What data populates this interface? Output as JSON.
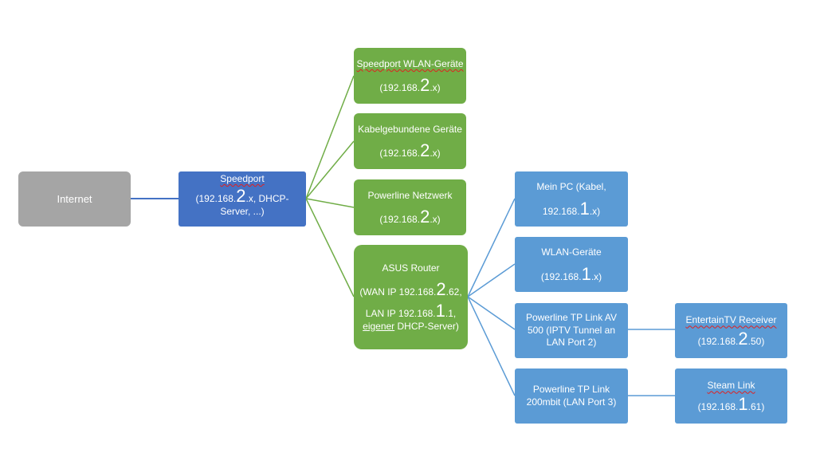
{
  "nodes": {
    "internet": {
      "label": "Internet"
    },
    "speedport": {
      "title": "Speedport",
      "ip_prefix": "(192.168.",
      "ip_big": "2",
      "ip_suffix": ".x, DHCP-",
      "line3": "Server, ...)"
    },
    "wlan_geraete_sp": {
      "title": "Speedport WLAN-Geräte",
      "ip_prefix": "(192.168.",
      "ip_big": "2",
      "ip_suffix": ".x)"
    },
    "kabel": {
      "title": "Kabelgebundene Geräte",
      "ip_prefix": "(192.168.",
      "ip_big": "2",
      "ip_suffix": ".x)"
    },
    "powerline_netz": {
      "title": "Powerline Netzwerk",
      "ip_prefix": "(192.168.",
      "ip_big": "2",
      "ip_suffix": ".x)"
    },
    "asus": {
      "title": "ASUS Router",
      "wan_prefix": "(WAN IP 192.168.",
      "wan_big": "2",
      "wan_suffix": ".62,",
      "lan_prefix": "LAN IP 192.168.",
      "lan_big": "1",
      "lan_suffix": ".1,",
      "dhcp_word": "eigener",
      "dhcp_rest": " DHCP-Server)"
    },
    "mein_pc": {
      "title": "Mein PC (Kabel,",
      "ip_prefix": "192.168.",
      "ip_big": "1",
      "ip_suffix": ".x)"
    },
    "wlan_asus": {
      "title": "WLAN-Geräte",
      "ip_prefix": "(192.168.",
      "ip_big": "1",
      "ip_suffix": ".x)"
    },
    "pl_av500": {
      "line1": "Powerline TP Link AV",
      "line2": "500 (IPTV Tunnel an",
      "line3": "LAN Port 2)"
    },
    "pl_200": {
      "line1": "Powerline TP Link",
      "line2": "200mbit (LAN Port 3)"
    },
    "entertain": {
      "title": "EntertainTV Receiver",
      "ip_prefix": "(192.168.",
      "ip_big": "2",
      "ip_suffix": ".50)"
    },
    "steam": {
      "title": "Steam Link",
      "ip_prefix": "(192.168.",
      "ip_big": "1",
      "ip_suffix": ".61)"
    }
  },
  "colors": {
    "internet": "#a5a5a5",
    "speedport": "#4472c4",
    "speedport_branch": "#70ad47",
    "asus_branch": "#5b9bd5",
    "connector_blue": "#4472c4",
    "connector_green": "#70ad47",
    "connector_lightblue": "#5b9bd5"
  }
}
